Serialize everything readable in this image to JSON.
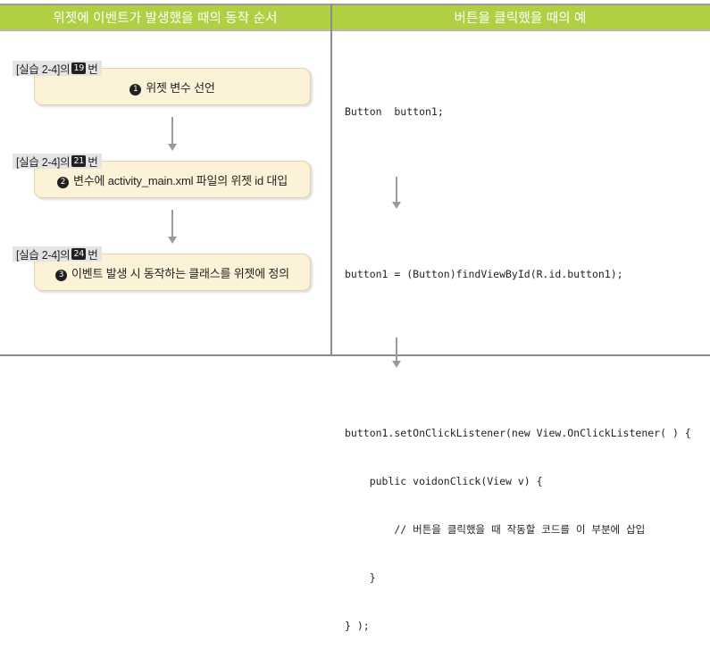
{
  "header": {
    "left_title": "위젯에 이벤트가 발생했을 때의 동작 순서",
    "right_title": "버튼을 클릭했을 때의 예",
    "band_color": "#b0d044",
    "text_color": "#ffffff"
  },
  "flow": {
    "box_fill": "#fcf2d8",
    "box_border": "#e0d2ae",
    "label_chip_fill": "#e4e4e4",
    "arrow_color": "#9b9b9b",
    "steps": [
      {
        "label_prefix": "[실습 2-4]의",
        "label_badge": "19",
        "label_suffix": "번",
        "bullet": "❶",
        "bullet_number": "1",
        "text": "위젯 변수 선언"
      },
      {
        "label_prefix": "[실습 2-4]의",
        "label_badge": "21",
        "label_suffix": "번",
        "bullet": "❷",
        "bullet_number": "2",
        "text": "변수에 activity_main.xml 파일의 위젯 id 대입"
      },
      {
        "label_prefix": "[실습 2-4]의",
        "label_badge": "24",
        "label_suffix": "번",
        "bullet": "❸",
        "bullet_number": "3",
        "text": "이벤트 발생 시 동작하는 클래스를 위젯에 정의"
      }
    ]
  },
  "code": {
    "block1": "Button  button1;",
    "block2": "button1 = (Button)findViewById(R.id.button1);",
    "block3_line1": "button1.setOnClickListener(new View.OnClickListener( ) {",
    "block3_line2": "    public voidonClick(View v) {",
    "block3_line3": "        // 버튼을 클릭했을 때 작동할 코드를 이 부분에 삽입",
    "block3_line4": "    }",
    "block3_line5": "} );"
  }
}
